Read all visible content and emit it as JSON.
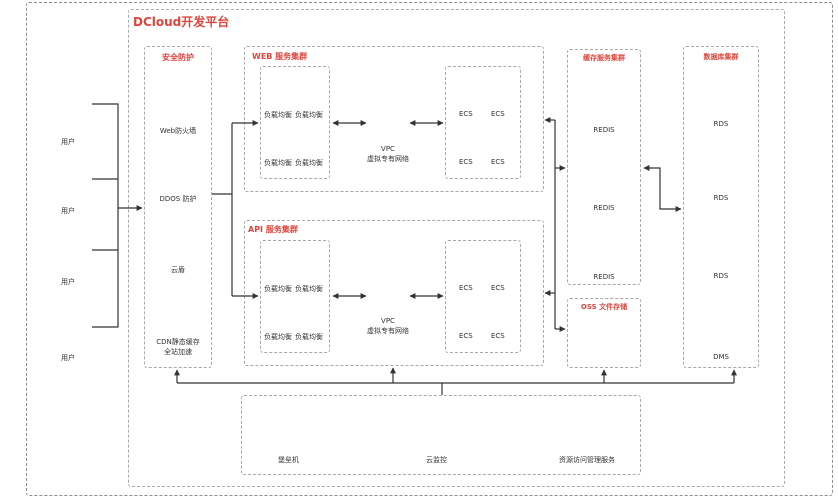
{
  "platform": {
    "title": "DCloud开发平台"
  },
  "users": [
    "用户",
    "用户",
    "用户",
    "用户"
  ],
  "security": {
    "title": "安全防护",
    "items": [
      "Web防火墙",
      "DDOS 防护",
      "云盾",
      "CDN静态缓存",
      "全站加速"
    ]
  },
  "web_cluster": {
    "title": "WEB 服务集群",
    "lb": [
      "负载均衡",
      "负载均衡",
      "负载均衡",
      "负载均衡"
    ],
    "vpc": [
      "VPC",
      "虚拟专有网络"
    ],
    "ecs": [
      "ECS",
      "ECS",
      "ECS",
      "ECS"
    ]
  },
  "api_cluster": {
    "title": "API 服务集群",
    "lb": [
      "负载均衡",
      "负载均衡",
      "负载均衡",
      "负载均衡"
    ],
    "vpc": [
      "VPC",
      "虚拟专有网络"
    ],
    "ecs": [
      "ECS",
      "ECS",
      "ECS",
      "ECS"
    ]
  },
  "cache_cluster": {
    "title": "缓存服务集群",
    "items": [
      "REDIS",
      "REDIS",
      "REDIS"
    ]
  },
  "oss": {
    "title": "OSS 文件存储"
  },
  "db_cluster": {
    "title": "数据库集群",
    "items": [
      "RDS",
      "RDS",
      "RDS",
      "DMS"
    ]
  },
  "services": {
    "items": [
      "堡垒机",
      "云监控",
      "资源访问管理服务"
    ]
  },
  "colors": {
    "accent": "#e0443c",
    "line": "#333333",
    "border": "#a8a8a8"
  }
}
